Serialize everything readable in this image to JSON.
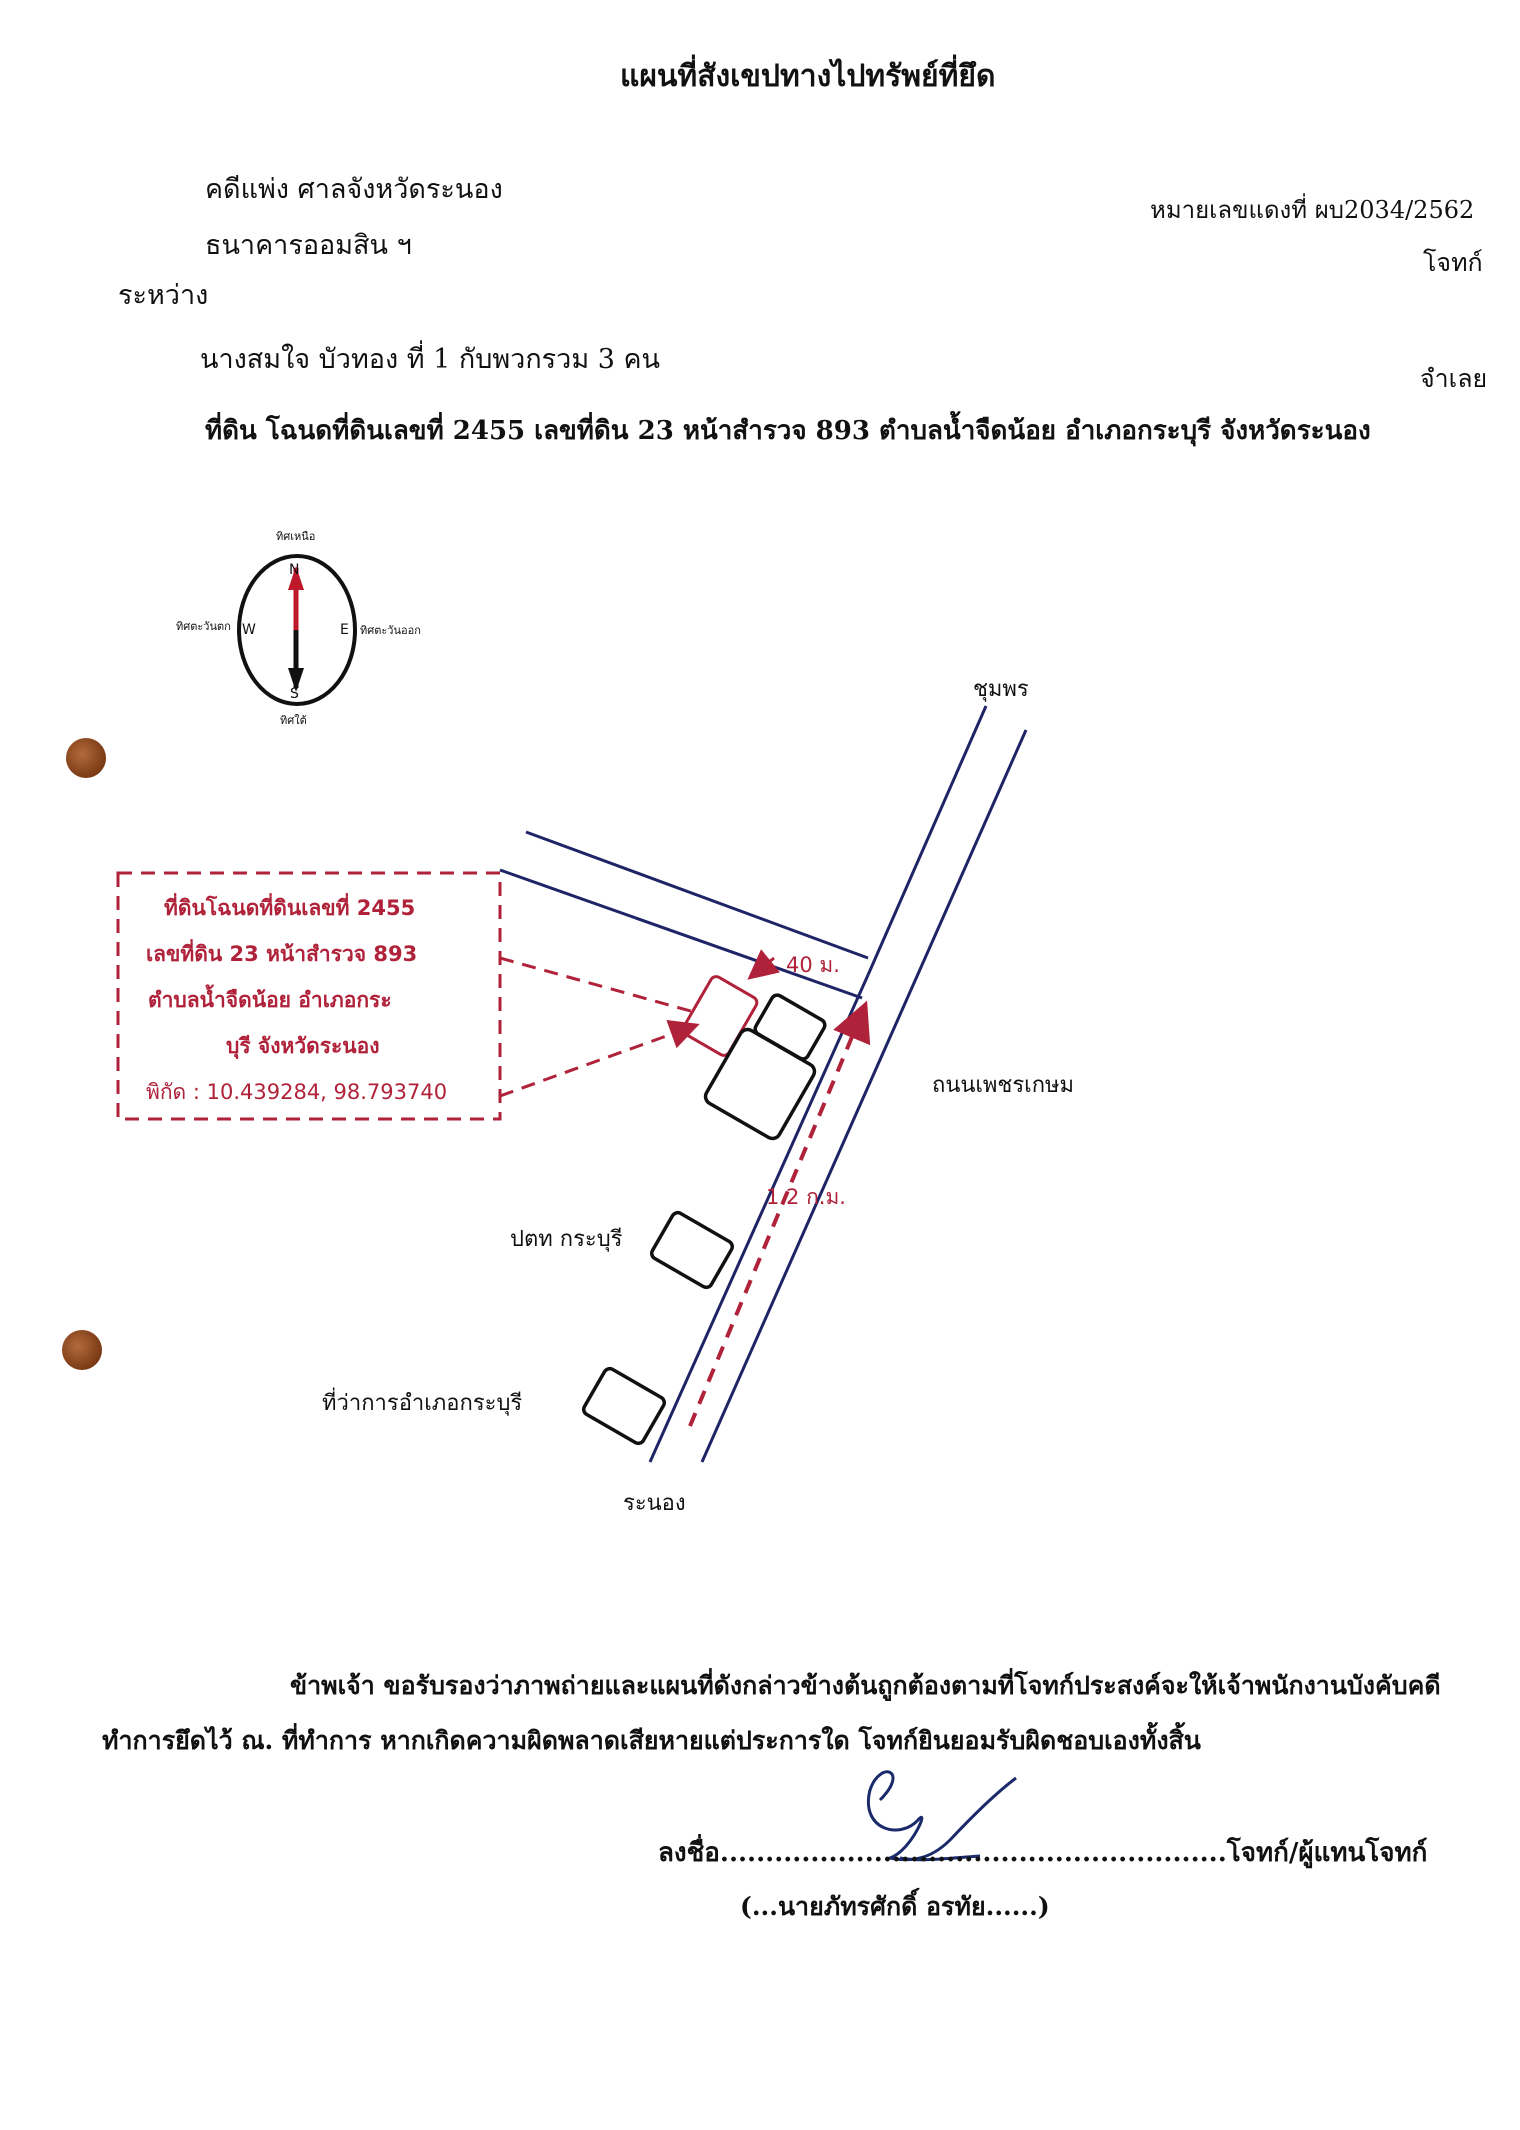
{
  "document": {
    "title": "แผนที่สังเขปทางไปทรัพย์ที่ยึด",
    "case_line": "คดีแพ่ง ศาลจังหวัดระนอง",
    "red_case_number": "หมายเลขแดงที่ ผบ2034/2562",
    "plaintiff": "ธนาคารออมสิน ฯ",
    "plaintiff_role": "โจทก์",
    "between": "ระหว่าง",
    "defendant": "นางสมใจ บัวทอง ที่ 1 กับพวกรวม 3 คน",
    "defendant_role": "จำเลย",
    "land_description": "ที่ดิน โฉนดที่ดินเลขที่ 2455  เลขที่ดิน  23  หน้าสำรวจ 893 ตำบลน้ำจืดน้อย   อำเภอกระบุรี  จังหวัดระนอง"
  },
  "compass": {
    "north_label": "ทิศเหนือ",
    "south_label": "ทิศใต้",
    "east_label": "ทิศตะวันออก",
    "west_label": "ทิศตะวันตก",
    "n": "N",
    "s": "S",
    "e": "E",
    "w": "W"
  },
  "map": {
    "north_destination": "ชุมพร",
    "south_destination": "ระนอง",
    "road_name": "ถนนเพชรเกษม",
    "distance_side_road": "40 ม.",
    "distance_main_road": "1.2 ก.ม.",
    "landmark_ptt": "ปตท กระบุรี",
    "landmark_district_office": "ที่ว่าการอำเภอกระบุรี",
    "callout": {
      "line1": "ที่ดินโฉนดที่ดินเลขที่ 2455",
      "line2": "เลขที่ดิน  23  หน้าสำรวจ 893",
      "line3": "ตำบลน้ำจืดน้อย   อำเภอกระ",
      "line4": "บุรี  จังหวัดระนอง",
      "line5": "พิกัด : 10.439284, 98.793740"
    },
    "colors": {
      "red": "#b0223a",
      "road": "#1e2466",
      "ink": "#111111"
    }
  },
  "certification": {
    "line1": "ข้าพเจ้า ขอรับรองว่าภาพถ่ายและแผนที่ดังกล่าวข้างต้นถูกต้องตามที่โจทก์ประสงค์จะให้เจ้าพนักงานบังคับคดี",
    "line2": "ทำการยึดไว้ ณ. ที่ทำการ  หากเกิดความผิดพลาดเสียหายแต่ประการใด  โจทก์ยินยอมรับผิดชอบเองทั้งสิ้น",
    "sign_line": "ลงชื่อ........................................................โจทก์/ผู้แทนโจทก์",
    "signer_name": "(...นายภัทรศักดิ์ อรทัย......)"
  }
}
